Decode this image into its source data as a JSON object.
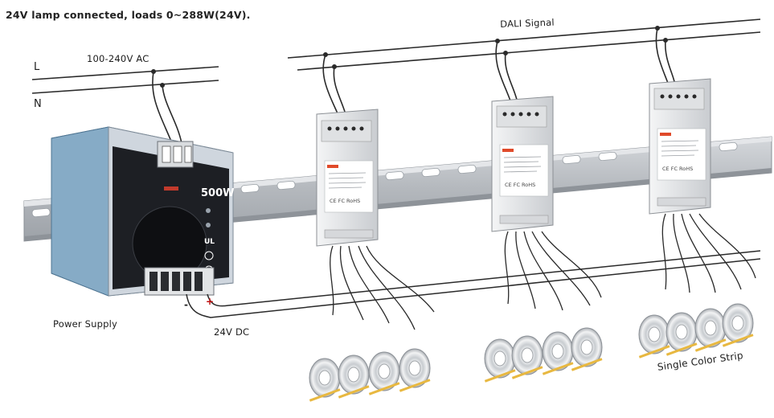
{
  "caption": "24V lamp connected, loads 0~288W(24V).",
  "mains": {
    "line_label": "L",
    "neutral_label": "N",
    "voltage_label": "100-240V AC"
  },
  "bus": {
    "label": "DALI Signal"
  },
  "power_supply": {
    "label": "Power Supply",
    "rating": "500W",
    "output_label": "24V DC",
    "minus_sign": "-",
    "plus_sign": "+"
  },
  "strip": {
    "label": "Single Color Strip"
  },
  "colors": {
    "psu_body": "#6f99b8",
    "psu_face": "#cfd6de",
    "rail": "#b9bcc0",
    "module": "#e6e7e9",
    "wire": "#222222",
    "strip_led": "#e8b840"
  }
}
